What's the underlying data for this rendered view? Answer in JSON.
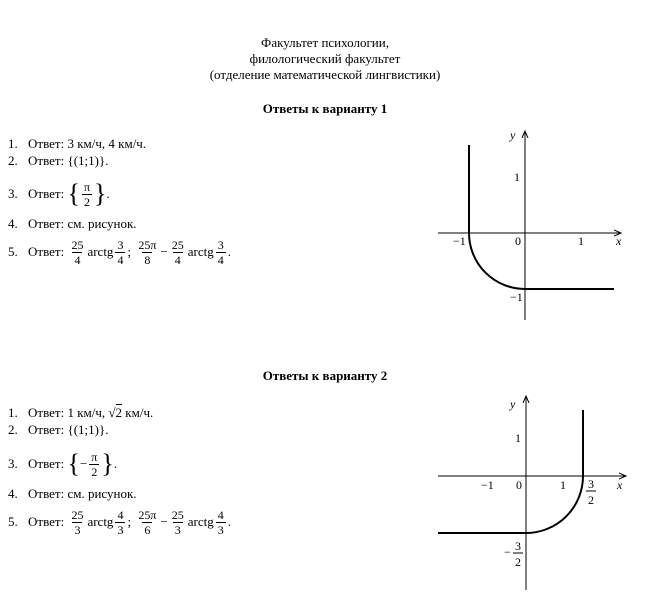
{
  "header": {
    "line1": "Факультет психологии,",
    "line2": "филологический факультет",
    "line3": "(отделение математической лингвистики)"
  },
  "variant1": {
    "title": "Ответы к варианту 1",
    "a1": {
      "num": "1.",
      "label": "Ответ:",
      "text": "3 км/ч, 4 км/ч."
    },
    "a2": {
      "num": "2.",
      "label": "Ответ:",
      "text": "{(1;1)}."
    },
    "a3": {
      "num": "3.",
      "label": "Ответ:",
      "n": "π",
      "d": "2"
    },
    "a4": {
      "num": "4.",
      "label": "Ответ:",
      "text": "см. рисунок."
    },
    "a5": {
      "num": "5.",
      "label": "Ответ:",
      "f1n": "25",
      "f1d": "4",
      "fn1": "arctg",
      "f2n": "3",
      "f2d": "4",
      "f3n": "25π",
      "f3d": "8",
      "f4n": "25",
      "f4d": "4",
      "fn2": "arctg",
      "f5n": "3",
      "f5d": "4"
    },
    "graph": {
      "y": "y",
      "x": "x",
      "t_y1": "1",
      "t_xm1": "−1",
      "t_0": "0",
      "t_x1": "1",
      "t_ym1": "−1"
    }
  },
  "variant2": {
    "title": "Ответы к варианту 2",
    "a1": {
      "num": "1.",
      "label": "Ответ:",
      "text1": "1 км/ч,",
      "sqrt": "2",
      "text2": "км/ч."
    },
    "a2": {
      "num": "2.",
      "label": "Ответ:",
      "text": "{(1;1)}."
    },
    "a3": {
      "num": "3.",
      "label": "Ответ:",
      "sign": "−",
      "n": "π",
      "d": "2"
    },
    "a4": {
      "num": "4.",
      "label": "Ответ:",
      "text": "см. рисунок."
    },
    "a5": {
      "num": "5.",
      "label": "Ответ:",
      "f1n": "25",
      "f1d": "3",
      "fn1": "arctg",
      "f2n": "4",
      "f2d": "3",
      "f3n": "25π",
      "f3d": "6",
      "f4n": "25",
      "f4d": "3",
      "fn2": "arctg",
      "f5n": "4",
      "f5d": "3"
    },
    "graph": {
      "y": "y",
      "x": "x",
      "t_y1": "1",
      "t_xm1": "−1",
      "t_0": "0",
      "t_x1": "1",
      "t_x32n": "3",
      "t_x32d": "2",
      "t_ym32s": "−",
      "t_ym32n": "3",
      "t_ym32d": "2"
    }
  }
}
